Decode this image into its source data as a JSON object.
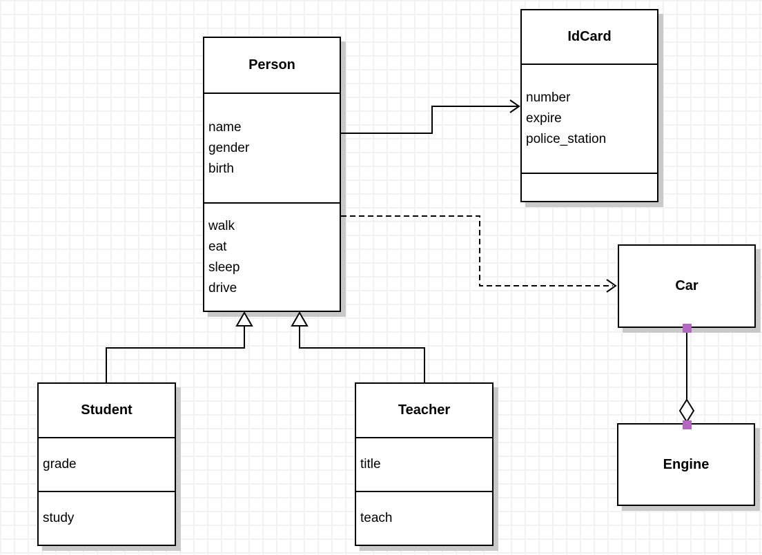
{
  "diagram": {
    "classes": {
      "person": {
        "title": "Person",
        "attributes": [
          "name",
          "gender",
          "birth"
        ],
        "methods": [
          "walk",
          "eat",
          "sleep",
          "drive"
        ]
      },
      "idcard": {
        "title": "IdCard",
        "attributes": [
          "number",
          "expire",
          "police_station"
        ],
        "methods": []
      },
      "car": {
        "title": "Car",
        "attributes": [],
        "methods": []
      },
      "engine": {
        "title": "Engine",
        "attributes": [],
        "methods": []
      },
      "student": {
        "title": "Student",
        "attributes": [
          "grade"
        ],
        "methods": [
          "study"
        ]
      },
      "teacher": {
        "title": "Teacher",
        "attributes": [
          "title"
        ],
        "methods": [
          "teach"
        ]
      }
    },
    "relationships": [
      {
        "from": "Person",
        "to": "IdCard",
        "type": "association",
        "line": "solid",
        "arrowhead": "open-arrow"
      },
      {
        "from": "Person",
        "to": "Car",
        "type": "dependency",
        "line": "dashed",
        "arrowhead": "open-arrow"
      },
      {
        "from": "Student",
        "to": "Person",
        "type": "generalization",
        "line": "solid",
        "arrowhead": "hollow-triangle"
      },
      {
        "from": "Teacher",
        "to": "Person",
        "type": "generalization",
        "line": "solid",
        "arrowhead": "hollow-triangle"
      },
      {
        "from": "Car",
        "to": "Engine",
        "type": "aggregation",
        "line": "solid",
        "arrowhead": "hollow-diamond"
      }
    ],
    "colors": {
      "connector": "#000000",
      "box_border": "#000000",
      "box_fill": "#ffffff",
      "endpoint_marker": "#b565c2",
      "shadow": "#c9c9c9",
      "grid_line": "#f2f2f4"
    }
  }
}
